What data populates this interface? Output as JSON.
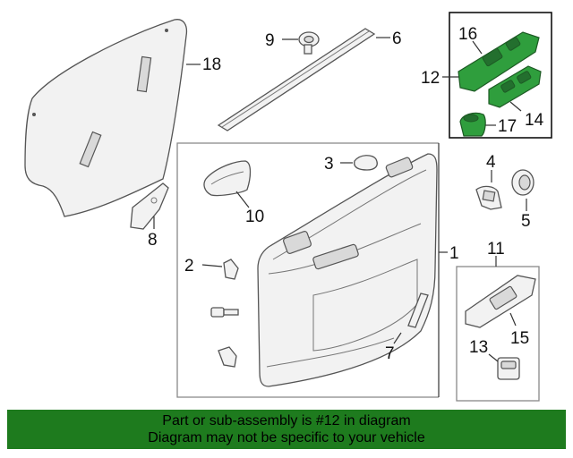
{
  "callouts": {
    "c1": "1",
    "c2": "2",
    "c3": "3",
    "c4": "4",
    "c5": "5",
    "c6": "6",
    "c7": "7",
    "c8": "8",
    "c9": "9",
    "c10": "10",
    "c11": "11",
    "c12": "12",
    "c13": "13",
    "c14": "14",
    "c15": "15",
    "c16": "16",
    "c17": "17",
    "c18": "18"
  },
  "banner": {
    "line1": "Part or sub-assembly is #12 in diagram",
    "line2": "Diagram may not be specific to your vehicle"
  },
  "colors": {
    "highlight": "#2f9e3d",
    "banner": "#1e7b1e"
  }
}
